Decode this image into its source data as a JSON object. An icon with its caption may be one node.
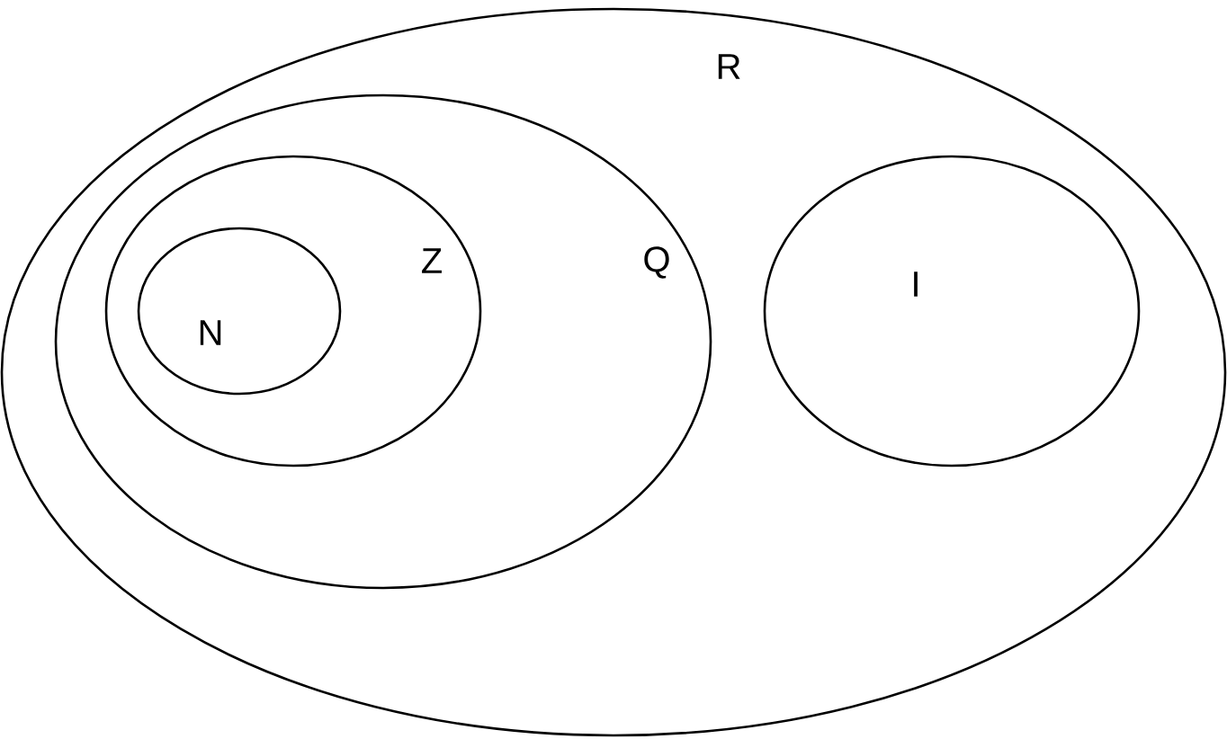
{
  "diagram": {
    "nodes": [
      {
        "text": [
          "R"
        ]
      },
      {
        "text": [
          "Q"
        ],
        "in": 0
      },
      {
        "text": [
          "Z"
        ],
        "in": 1
      },
      {
        "text": [
          "N"
        ],
        "in": 2
      },
      {
        "text": [
          "I"
        ],
        "in": 0
      }
    ]
  }
}
